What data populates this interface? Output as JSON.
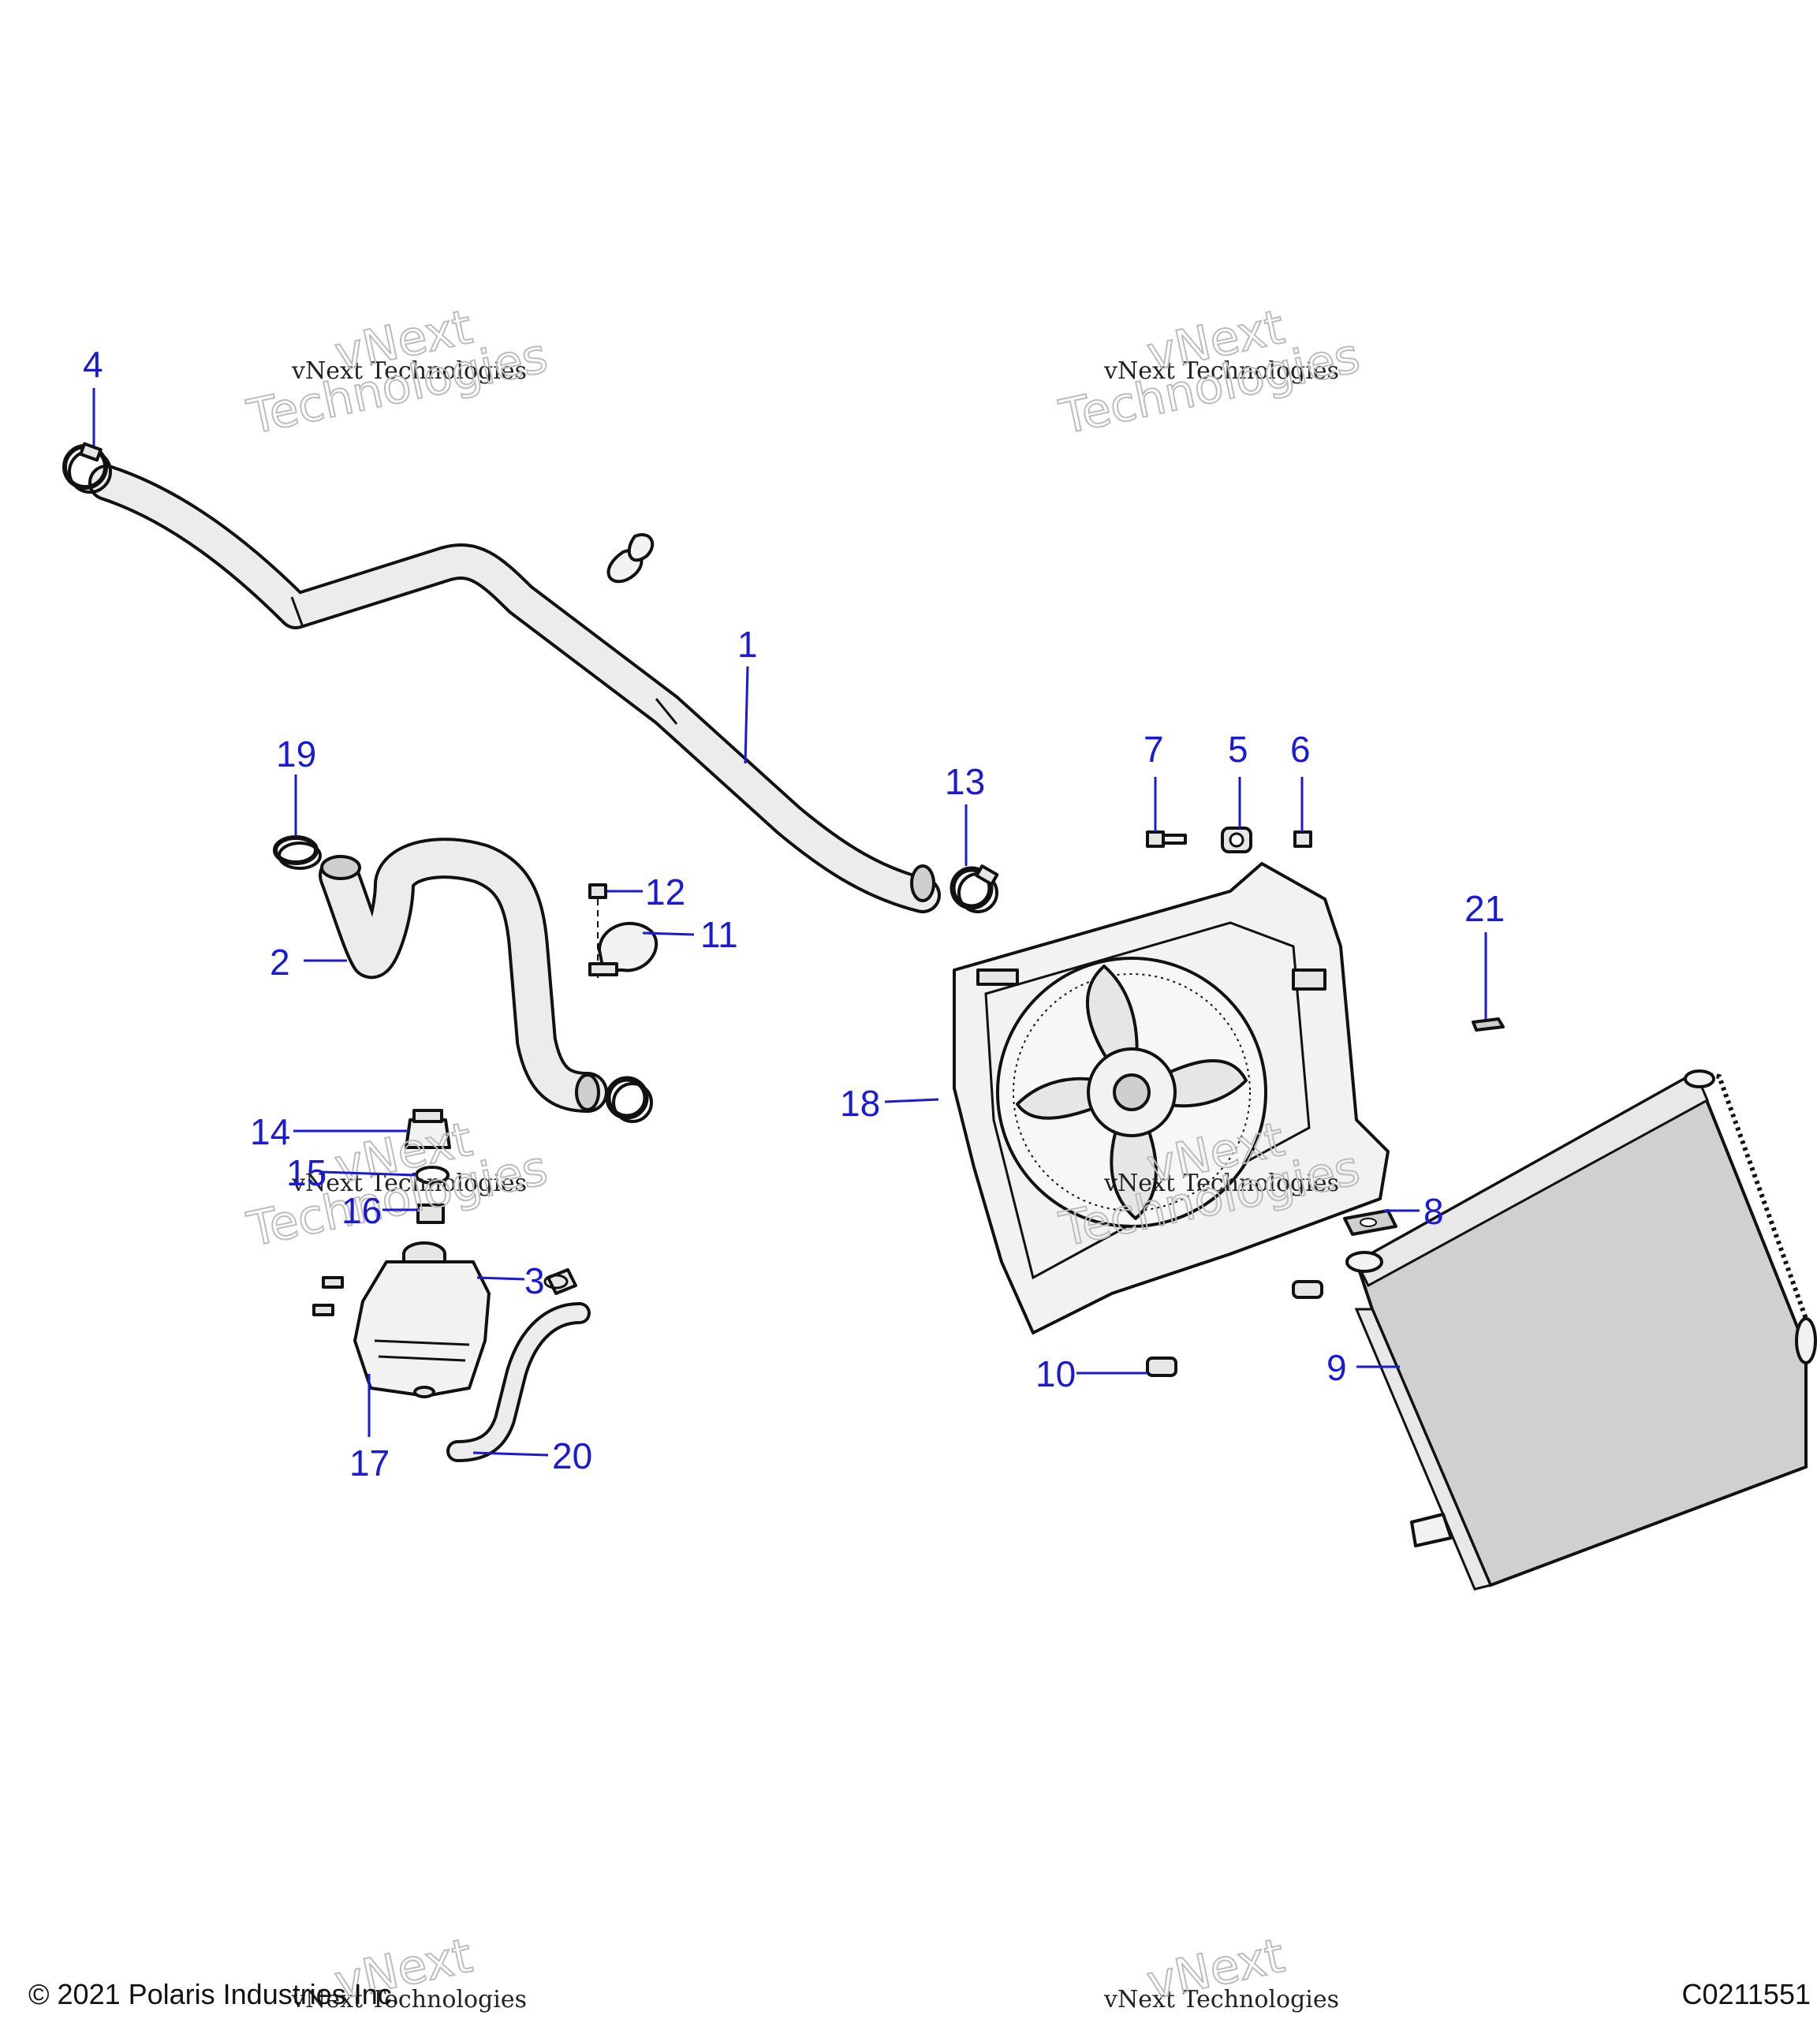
{
  "diagram": {
    "callouts": [
      {
        "id": "1",
        "label": "1"
      },
      {
        "id": "2",
        "label": "2"
      },
      {
        "id": "3",
        "label": "3"
      },
      {
        "id": "4",
        "label": "4"
      },
      {
        "id": "5",
        "label": "5"
      },
      {
        "id": "6",
        "label": "6"
      },
      {
        "id": "7",
        "label": "7"
      },
      {
        "id": "8",
        "label": "8"
      },
      {
        "id": "9",
        "label": "9"
      },
      {
        "id": "10",
        "label": "10"
      },
      {
        "id": "11",
        "label": "11"
      },
      {
        "id": "12",
        "label": "12"
      },
      {
        "id": "13",
        "label": "13"
      },
      {
        "id": "14",
        "label": "14"
      },
      {
        "id": "15",
        "label": "15"
      },
      {
        "id": "16",
        "label": "16"
      },
      {
        "id": "17",
        "label": "17"
      },
      {
        "id": "18",
        "label": "18"
      },
      {
        "id": "19",
        "label": "19"
      },
      {
        "id": "20",
        "label": "20"
      },
      {
        "id": "21",
        "label": "21"
      }
    ],
    "watermark": {
      "line1": "vNext Technologies",
      "line2": "vNext",
      "line3": "Technologies"
    },
    "callout_color": "#1a1ad6"
  },
  "footer": {
    "copyright": "© 2021 Polaris Industries Inc.",
    "code": "C0211551"
  }
}
